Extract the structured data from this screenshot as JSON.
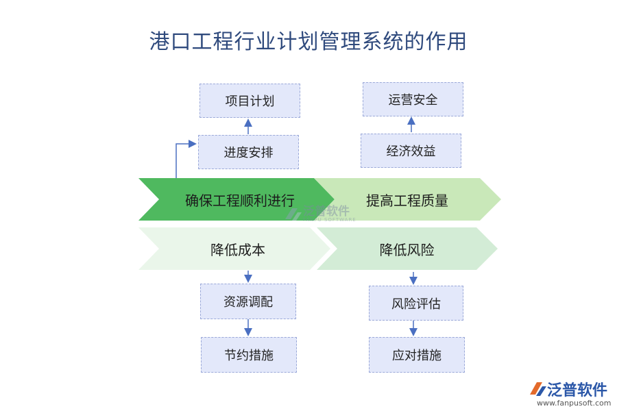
{
  "title": "港口工程行业计划管理系统的作用",
  "chevrons": {
    "top_left": "确保工程顺利进行",
    "top_right": "提高工程质量",
    "bottom_left": "降低成本",
    "bottom_right": "降低风险"
  },
  "boxes": {
    "project_plan": "项目计划",
    "schedule": "进度安排",
    "operation_safety": "运营安全",
    "economic_benefit": "经济效益",
    "resource_allocation": "资源调配",
    "saving_measures": "节约措施",
    "risk_assessment": "风险评估",
    "response_measures": "应对措施"
  },
  "watermark": {
    "name": "泛普软件",
    "sub": "FANPU SOFTWARE"
  },
  "brand": {
    "name": "泛普软件",
    "url": "www.fanpusoft.com"
  },
  "colors": {
    "chevron_dark_green": "#4fb95f",
    "chevron_light_green": "#c9e8b9",
    "chevron_pale_green": "#eaf6ea",
    "chevron_mint": "#d3ecd6",
    "box_fill": "#e3e8fa",
    "arrow": "#4a6fc1"
  }
}
